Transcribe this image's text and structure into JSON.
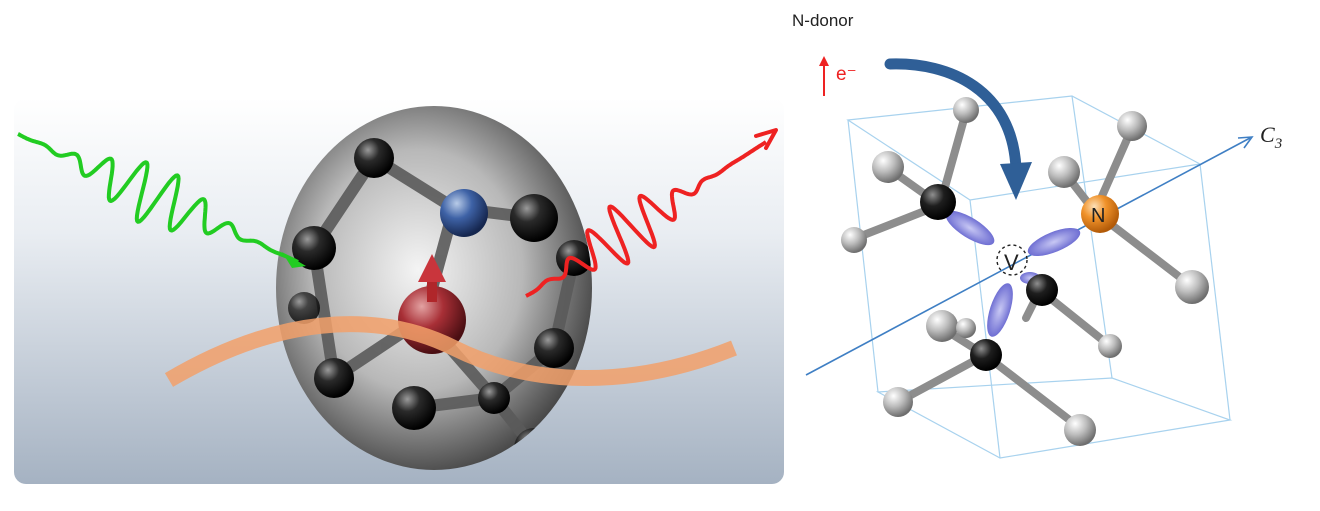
{
  "right_panel": {
    "n_donor_label": "N-donor",
    "electron_label": "e⁻",
    "c3_axis_label": "C",
    "c3_axis_subscript": "3",
    "vacancy_label": "V",
    "nitrogen_label": "N"
  },
  "colors": {
    "excitation_wave": "#22cc22",
    "emission_wave": "#ee2222",
    "spin_arrow": "#b0262a",
    "nitrogen_atom": "#f0922a",
    "electron_transfer_arrow": "#2f5f97",
    "c3_axis": "#3f7fc4",
    "orbital_lobe": "#6a6ad8",
    "cube_edges": "#a8d2ee",
    "microwave_band": "#f2a06a"
  }
}
